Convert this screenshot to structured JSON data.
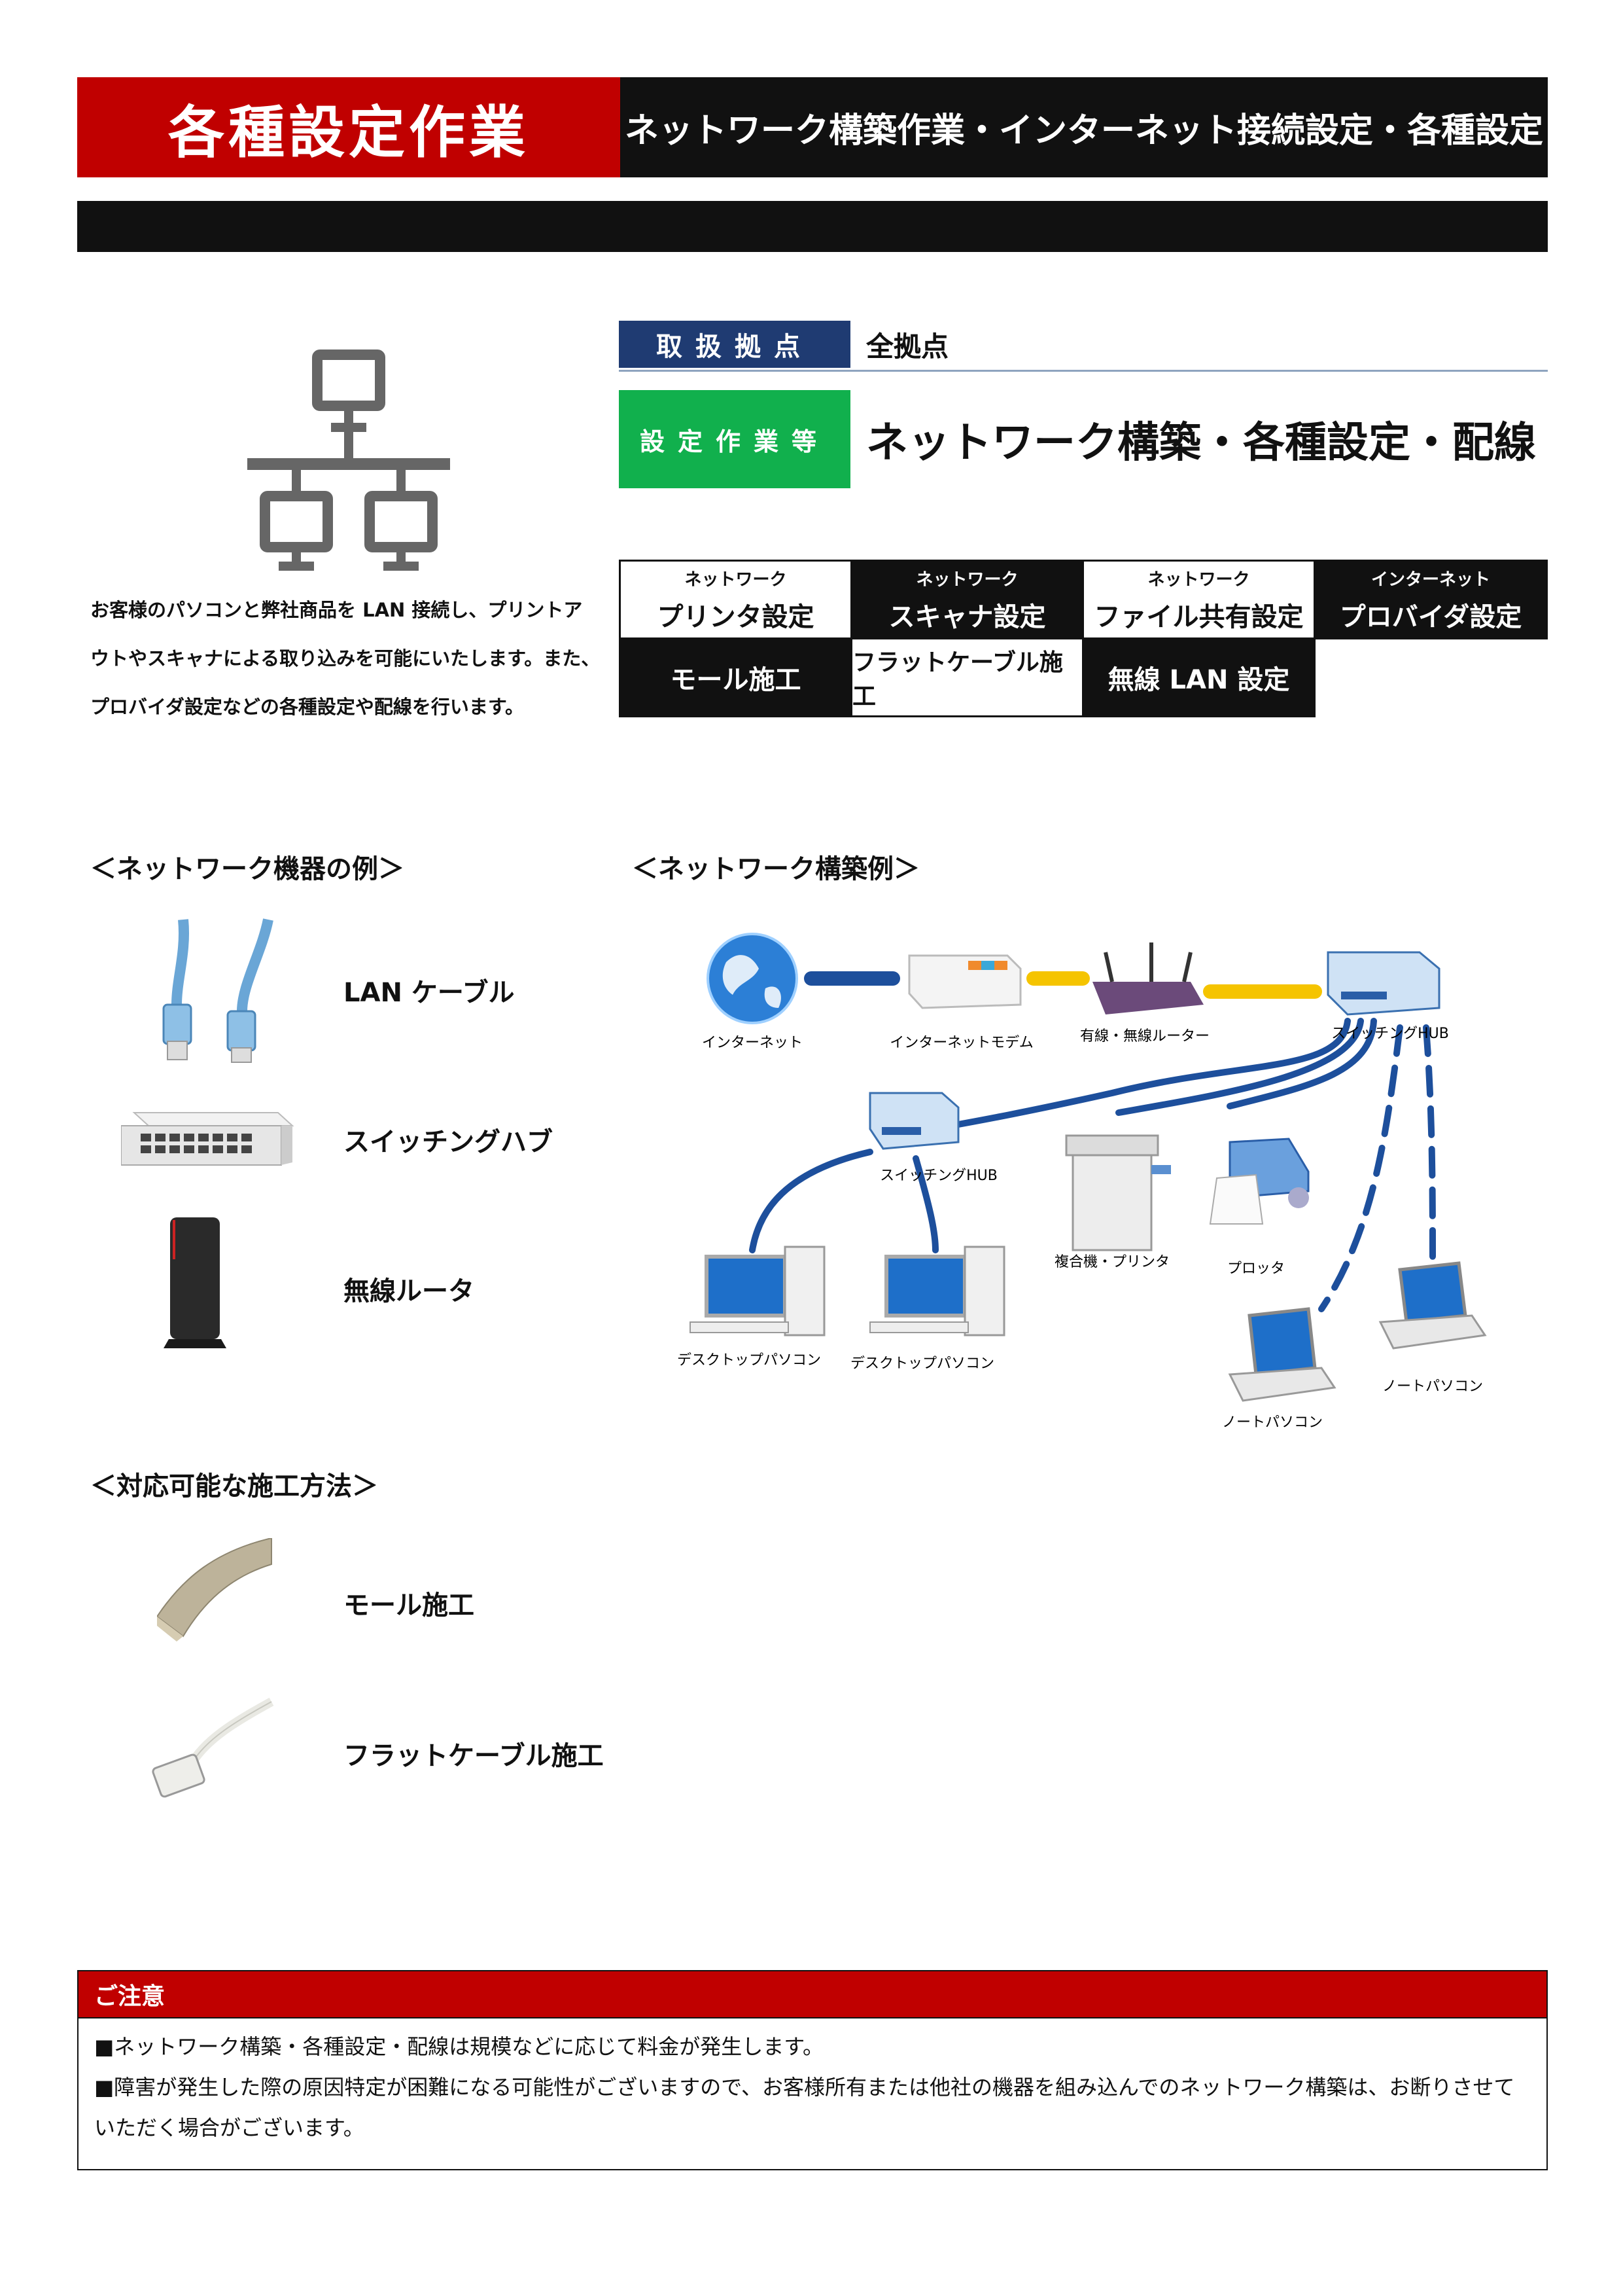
{
  "header": {
    "title": "各種設定作業",
    "subtitle": "ネットワーク構築作業・インターネット接続設定・各種設定"
  },
  "info": {
    "location_label": "取扱拠点",
    "location_value": "全拠点",
    "work_label": "設定作業等",
    "work_value": "ネットワーク構築・各種設定・配線"
  },
  "services": [
    {
      "small": "ネットワーク",
      "big": "プリンタ設定"
    },
    {
      "small": "ネットワーク",
      "big": "スキャナ設定"
    },
    {
      "small": "ネットワーク",
      "big": "ファイル共有設定"
    },
    {
      "small": "インターネット",
      "big": "プロバイダ設定"
    },
    {
      "small": "",
      "big": "モール施工"
    },
    {
      "small": "",
      "big": "フラットケーブル施工"
    },
    {
      "small": "",
      "big": "無線 LAN 設定"
    }
  ],
  "description": "お客様のパソコンと弊社商品を LAN 接続し、プリントアウトやスキャナによる取り込みを可能にいたします。また、プロバイダ設定などの各種設定や配線を行います。",
  "devices": {
    "title": "＜ネットワーク機器の例＞",
    "items": [
      "LAN ケーブル",
      "スイッチングハブ",
      "無線ルータ"
    ]
  },
  "network": {
    "title": "＜ネットワーク構築例＞",
    "labels": {
      "internet": "インターネット",
      "modem": "インターネットモデム",
      "router": "有線・無線ルーター",
      "hub_main": "スイッチングHUB",
      "hub_sub": "スイッチングHUB",
      "mfp": "複合機・プリンタ",
      "plotter": "プロッタ",
      "desktop1": "デスクトップパソコン",
      "desktop2": "デスクトップパソコン",
      "notebook1": "ノートパソコン",
      "notebook2": "ノートパソコン"
    }
  },
  "methods": {
    "title": "＜対応可能な施工方法＞",
    "items": [
      "モール施工",
      "フラットケーブル施工"
    ]
  },
  "notice": {
    "title": "ご注意",
    "line1": "■ネットワーク構築・各種設定・配線は規模などに応じて料金が発生します。",
    "line2": "■障害が発生した際の原因特定が困難になる可能性がございますので、お客様所有または他社の機器を組み込んでのネットワーク構築は、お断りさせていただく場合がございます。"
  },
  "colors": {
    "red": "#c00000",
    "black": "#111111",
    "navy": "#1f3b72",
    "green": "#11b04d",
    "cable_blue": "#1d4f9c",
    "cable_yellow": "#f5c400"
  }
}
